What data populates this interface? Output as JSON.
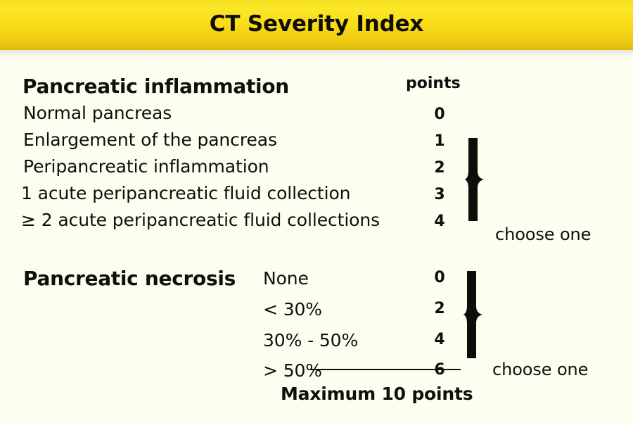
{
  "header": {
    "title": "CT Severity Index",
    "background_start": "#f9e02a",
    "background_end": "#dcb80f"
  },
  "page": {
    "background": "#fdfdf0",
    "text_color": "#100f0c"
  },
  "points_column_header": "points",
  "sections": [
    {
      "id": "pancreatic-inflammation",
      "title": "Pancreatic inflammation",
      "choose_label": "choose one",
      "rows": [
        {
          "label": "Normal pancreas",
          "points": "0"
        },
        {
          "label": "Enlargement of the pancreas",
          "points": "1"
        },
        {
          "label": "Peripancreatic inflammation",
          "points": "2"
        },
        {
          "label": " 1 acute peripancreatic fluid collection",
          "points": "3"
        },
        {
          "label": "≥ 2 acute peripancreatic fluid collections",
          "points": "4"
        }
      ]
    },
    {
      "id": "pancreatic-necrosis",
      "title": "Pancreatic necrosis",
      "choose_label": "choose one",
      "rows": [
        {
          "label": "None",
          "points": "0"
        },
        {
          "label": "< 30%",
          "points": "2"
        },
        {
          "label": "30% - 50%",
          "points": "4"
        },
        {
          "label": "> 50%",
          "points": "6"
        }
      ]
    }
  ],
  "total": {
    "label": "Maximum 10 points"
  }
}
